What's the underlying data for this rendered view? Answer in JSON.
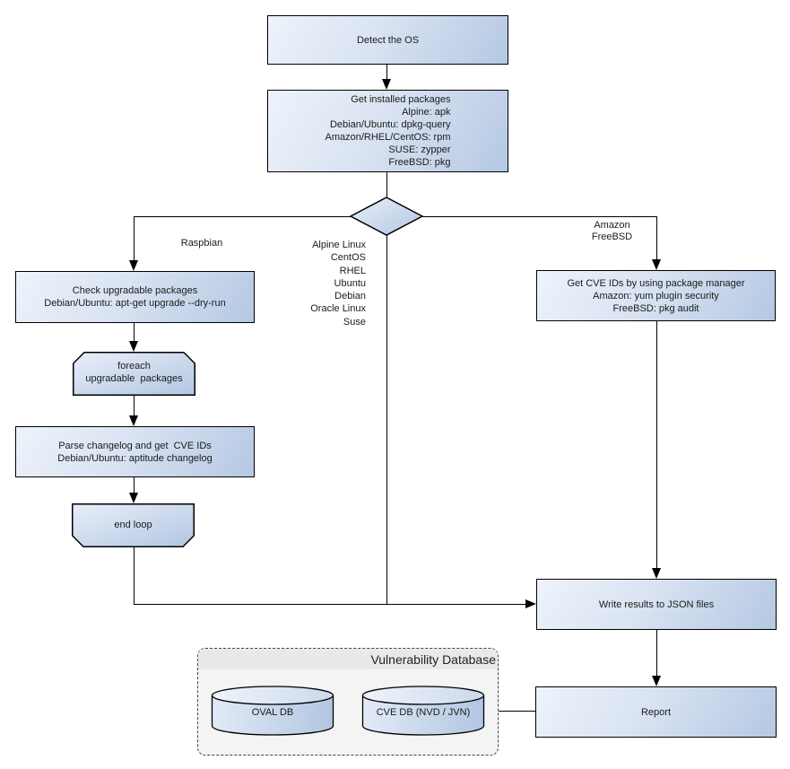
{
  "diagram": {
    "nodes": {
      "detect_os": {
        "label": "Detect the OS"
      },
      "get_packages": {
        "label": "Get installed packages\nAlpine: apk\nDebian/Ubuntu: dpkg-query\nAmazon/RHEL/CentOS: rpm\nSUSE: zypper\nFreeBSD: pkg"
      },
      "check_upgradable": {
        "label": "Check upgradable packages\nDebian/Ubuntu: apt-get upgrade --dry-run"
      },
      "foreach_loop": {
        "label": "foreach\nupgradable  packages"
      },
      "parse_changelog": {
        "label": "Parse changelog and get  CVE IDs\nDebian/Ubuntu: aptitude changelog"
      },
      "end_loop": {
        "label": "end loop"
      },
      "get_cve_ids": {
        "label": "Get CVE IDs by using package manager\nAmazon: yum plugin security\nFreeBSD: pkg audit"
      },
      "write_results": {
        "label": "Write results to JSON files"
      },
      "report": {
        "label": "Report"
      }
    },
    "edge_labels": {
      "raspbian": "Raspbian",
      "amazon_freebsd": "Amazon\nFreeBSD",
      "os_list": "Alpine Linux\nCentOS\nRHEL\nUbuntu\nDebian\nOracle Linux\nSuse"
    },
    "database": {
      "title": "Vulnerability Database",
      "cylinders": [
        {
          "label": "OVAL DB"
        },
        {
          "label": "CVE DB (NVD / JVN)"
        }
      ]
    },
    "colors": {
      "node_fill_light": "#eef3fb",
      "node_fill_dark": "#b5c8e3",
      "node_border": "#000000",
      "container_fill": "#f4f4f4",
      "container_band": "#e9e9e9",
      "line": "#000000"
    }
  }
}
